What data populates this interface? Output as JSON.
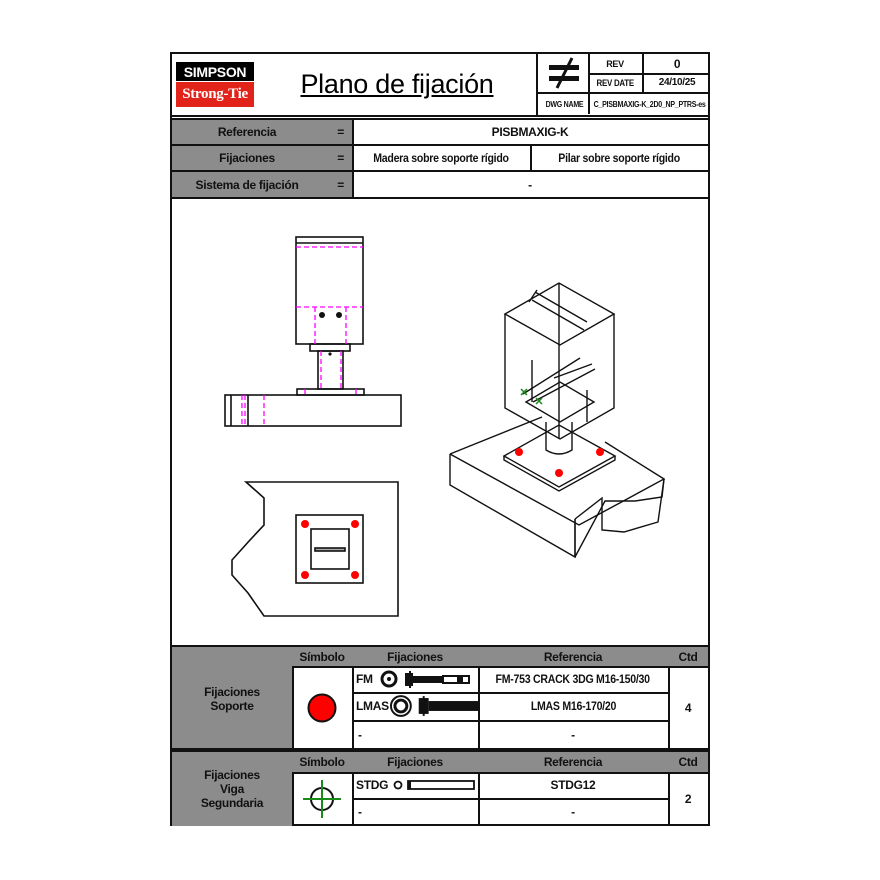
{
  "header": {
    "logo_top": "SIMPSON",
    "logo_bottom": "Strong-Tie",
    "title": "Plano de fijación",
    "symbol": "≠",
    "rev_label": "REV",
    "rev_value": "0",
    "rev_date_label": "REV DATE",
    "rev_date_value": "24/10/25",
    "dwg_name_label": "DWG NAME",
    "dwg_name_value": "C_PISBMAXIG-K_2D0_NP_PTRS-es"
  },
  "info": {
    "referencia_label": "Referencia",
    "referencia_value": "PISBMAXIG-K",
    "fijaciones_label": "Fijaciones",
    "fijaciones_value_1": "Madera sobre soporte rígido",
    "fijaciones_value_2": "Pilar sobre soporte rígido",
    "sistema_label": "Sistema de fijación",
    "sistema_value": "-",
    "equals": "="
  },
  "table_soporte": {
    "group_label_1": "Fijaciones",
    "group_label_2": "Soporte",
    "col_simbolo": "Símbolo",
    "col_fijaciones": "Fijaciones",
    "col_referencia": "Referencia",
    "col_ctd": "Ctd",
    "symbol_color": "#ff0000",
    "rows": [
      {
        "fijacion": "FM",
        "referencia": "FM-753 CRACK 3DG M16-150/30"
      },
      {
        "fijacion": "LMAS",
        "referencia": "LMAS M16-170/20"
      },
      {
        "fijacion": "-",
        "referencia": "-"
      }
    ],
    "ctd": "4"
  },
  "table_viga": {
    "group_label_1": "Fijaciones",
    "group_label_2": "Viga",
    "group_label_3": "Segundaria",
    "col_simbolo": "Símbolo",
    "col_fijaciones": "Fijaciones",
    "col_referencia": "Referencia",
    "col_ctd": "Ctd",
    "symbol_color": "#1a8a1a",
    "rows": [
      {
        "fijacion": "STDG",
        "referencia": "STDG12"
      },
      {
        "fijacion": "-",
        "referencia": "-"
      }
    ],
    "ctd": "2"
  },
  "colors": {
    "grey_cell": "#8c8c8c",
    "hidden_line": "#ff00ff",
    "anchor": "#ff0000",
    "screw": "#1a8a1a",
    "brand_red": "#e2231a"
  }
}
